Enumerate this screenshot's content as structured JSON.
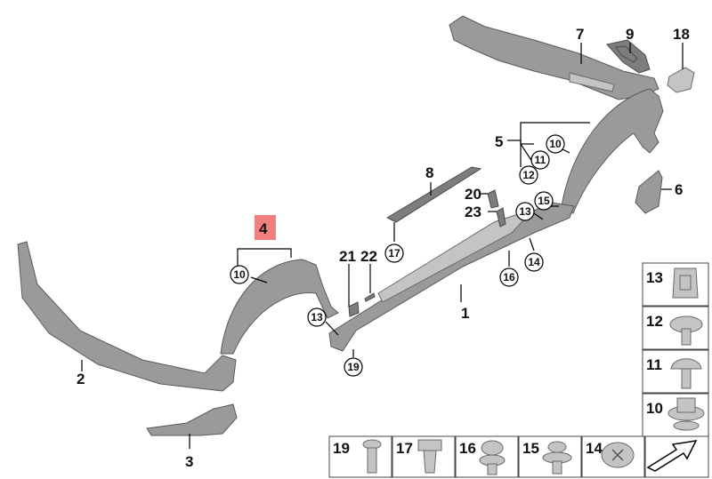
{
  "callouts": {
    "c1": "1",
    "c2": "2",
    "c3": "3",
    "c4": "4",
    "c5": "5",
    "c6": "6",
    "c7": "7",
    "c8": "8",
    "c9": "9",
    "c18": "18",
    "c20": "20",
    "c21": "21",
    "c22": "22",
    "c23": "23"
  },
  "circles": {
    "k10a": "10",
    "k10b": "10",
    "k11": "11",
    "k12": "12",
    "k13a": "13",
    "k13b": "13",
    "k14": "14",
    "k15": "15",
    "k16": "16",
    "k17": "17",
    "k19": "19"
  },
  "legend": {
    "r13": "13",
    "r12": "12",
    "r11": "11",
    "r10": "10",
    "b19": "19",
    "b17": "17",
    "b16": "16",
    "b15": "15",
    "b14": "14"
  },
  "colors": {
    "highlight": "#f07f7f",
    "part_gray": "#9a9a9a"
  }
}
